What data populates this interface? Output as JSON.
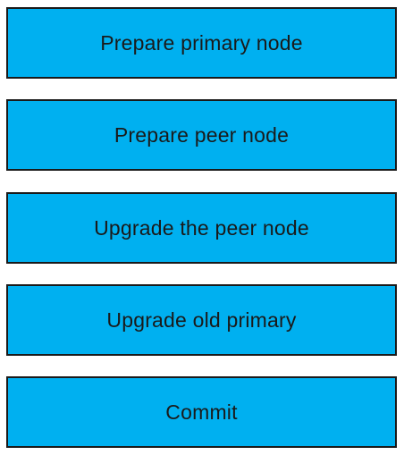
{
  "steps": [
    {
      "label": "Prepare primary node"
    },
    {
      "label": "Prepare peer node"
    },
    {
      "label": "Upgrade the peer node"
    },
    {
      "label": "Upgrade old primary"
    },
    {
      "label": "Commit"
    }
  ],
  "colors": {
    "box_fill": "#00b0f0",
    "box_border": "#1a1a1a",
    "text": "#1a1a1a"
  }
}
